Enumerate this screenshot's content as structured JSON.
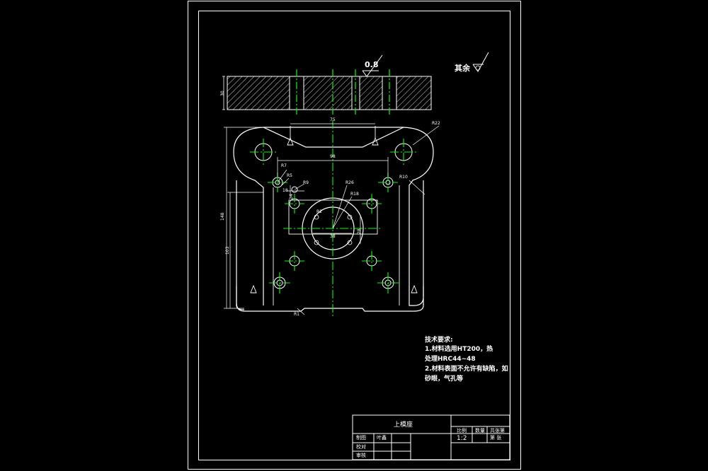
{
  "drawing": {
    "surface_finish": {
      "value": "0.8"
    },
    "other_finish_label": "其余",
    "dimensions": {
      "thickness": "30",
      "top_width": "75",
      "hole_spacing": "98",
      "overall_height": "148",
      "inner_height": "103",
      "r22": "R22",
      "r7": "R7",
      "r5": "R5",
      "r9": "R9",
      "r26": "R26",
      "r18": "R18",
      "r2": "R2",
      "r10": "R10",
      "d38": "38",
      "d28": "28",
      "d14": "14",
      "d18": "18",
      "r1": "R1"
    },
    "tech_requirements": {
      "title": "技术要求:",
      "line1": "1.材料选用HT200，热",
      "line2": "处理HRC44~48",
      "line3": "2.材料表面不允许有缺陷，如",
      "line4": "砂眼，气孔等"
    },
    "title_block": {
      "part_name": "上模座",
      "scale_label": "比例",
      "scale_value": "1:2",
      "qty_label": "数量",
      "sheet_label": "共张第",
      "sheet_label2": "第 张",
      "drawn_label": "制图",
      "drawn_name": "叶鑫",
      "checked_label": "校对",
      "approved_label": "审核"
    }
  },
  "colors": {
    "line": "#ffffff",
    "center": "#00ff00",
    "background": "#000000"
  }
}
